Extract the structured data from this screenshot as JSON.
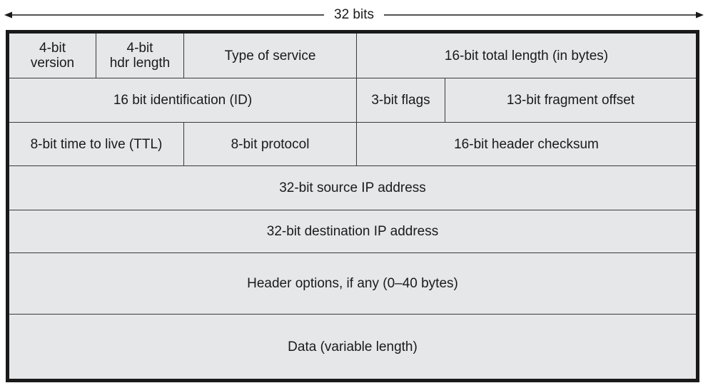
{
  "width_label": "32 bits",
  "rows": [
    {
      "fields": [
        {
          "label": "4-bit\nversion"
        },
        {
          "label": "4-bit\nhdr length"
        },
        {
          "label": "Type of service"
        },
        {
          "label": "16-bit total length (in bytes)"
        }
      ]
    },
    {
      "fields": [
        {
          "label": "16 bit identification (ID)"
        },
        {
          "label": "3-bit flags"
        },
        {
          "label": "13-bit fragment offset"
        }
      ]
    },
    {
      "fields": [
        {
          "label": "8-bit time to live (TTL)"
        },
        {
          "label": "8-bit protocol"
        },
        {
          "label": "16-bit header checksum"
        }
      ]
    },
    {
      "fields": [
        {
          "label": "32-bit source IP address"
        }
      ]
    },
    {
      "fields": [
        {
          "label": "32-bit destination IP address"
        }
      ]
    },
    {
      "fields": [
        {
          "label": "Header options, if any (0–40 bytes)"
        }
      ]
    },
    {
      "fields": [
        {
          "label": "Data (variable length)"
        }
      ]
    }
  ],
  "colors": {
    "cell_fill": "#e6e7e9",
    "border": "#1a1a1a",
    "text": "#1a1a1a"
  }
}
